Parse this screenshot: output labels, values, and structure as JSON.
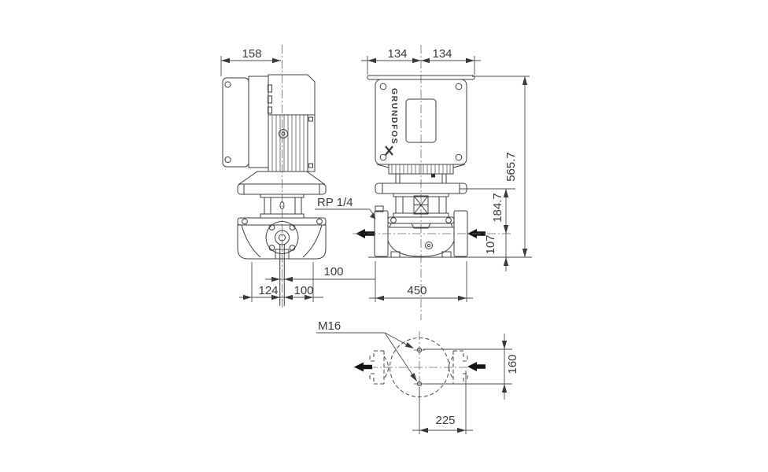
{
  "drawing": {
    "title": "pump-dimensional-drawing",
    "background": "#ffffff",
    "line_color": "#3f3f3f",
    "text_color": "#3a3a3a",
    "views": {
      "side": {
        "dim_width": "158",
        "dim_port_offset": "100",
        "dim_foot_left": "124",
        "dim_foot_right": "100",
        "label_port": "RP 1/4"
      },
      "front": {
        "dim_half_left": "134",
        "dim_half_right": "134",
        "dim_total_height": "565.7",
        "dim_motor_height": "184.7",
        "dim_axis_height": "107",
        "dim_length": "450",
        "logo": "GRUNDFOS"
      },
      "top": {
        "label_bolt": "M16",
        "dim_bolt_spacing": "160",
        "dim_center_to_flange": "225"
      }
    }
  }
}
